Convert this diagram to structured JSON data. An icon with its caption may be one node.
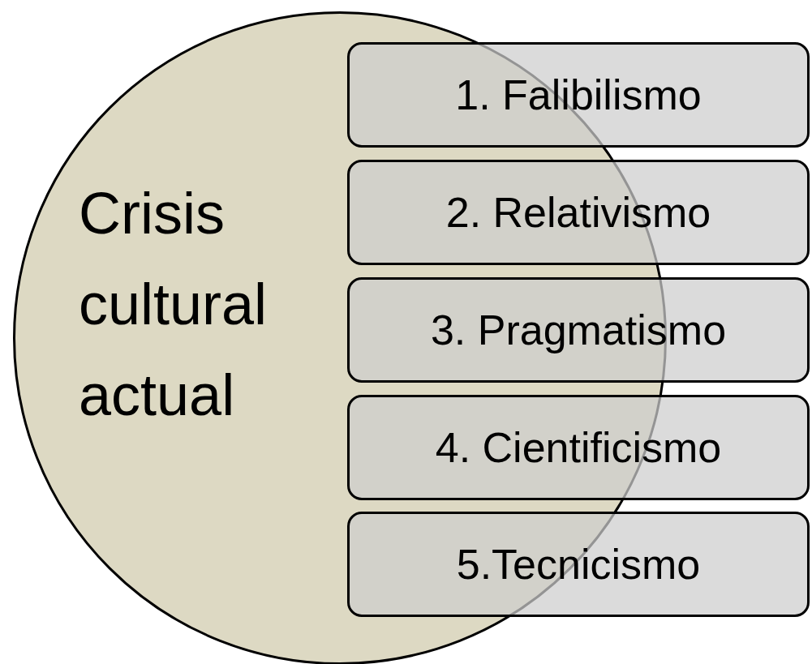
{
  "diagram": {
    "nodes": [
      {
        "text": [
          "Crisis cultural actual"
        ]
      },
      {
        "text": [
          "1. Falibilismo"
        ]
      },
      {
        "text": [
          "2. Relativismo"
        ]
      },
      {
        "text": [
          "3. Pragmatismo"
        ]
      },
      {
        "text": [
          "4. Cientificismo"
        ]
      },
      {
        "text": [
          "5.Tecnicismo"
        ]
      }
    ]
  }
}
